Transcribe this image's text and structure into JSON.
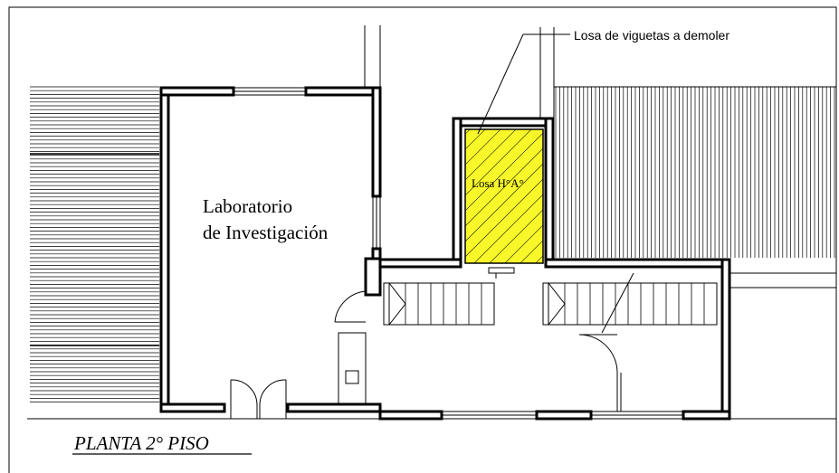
{
  "labels": {
    "room_line1": "Laboratorio",
    "room_line2": "de Investigación",
    "slab": "Losa H°A°",
    "callout": "Losa de viguetas a demoler",
    "plan_title": "PLANTA 2° PISO"
  },
  "colors": {
    "slab_fill": "#f7f72a",
    "line": "#000000",
    "background": "#ffffff"
  }
}
